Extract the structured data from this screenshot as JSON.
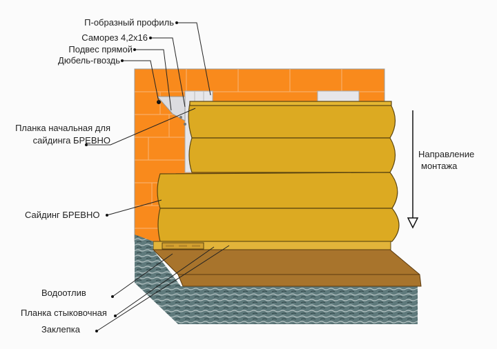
{
  "labels": {
    "profile": "П-образный профиль",
    "screw": "Саморез 4,2х16",
    "hanger": "Подвес прямой",
    "dowel": "Дюбель-гвоздь",
    "starter_line1": "Планка начальная для",
    "starter_line2": "сайдинга БРЕВНО",
    "siding": "Сайдинг БРЕВНО",
    "drip": "Водоотлив",
    "joint_strip": "Планка стыковочная",
    "rivet": "Заклепка",
    "direction_line1": "Направление",
    "direction_line2": "монтажа"
  },
  "colors": {
    "brick": "#f98a1c",
    "siding": "#dcaa22",
    "ledge": "#a8742c",
    "stone": "#5f7a7c",
    "profile": "#e6e6ea"
  }
}
